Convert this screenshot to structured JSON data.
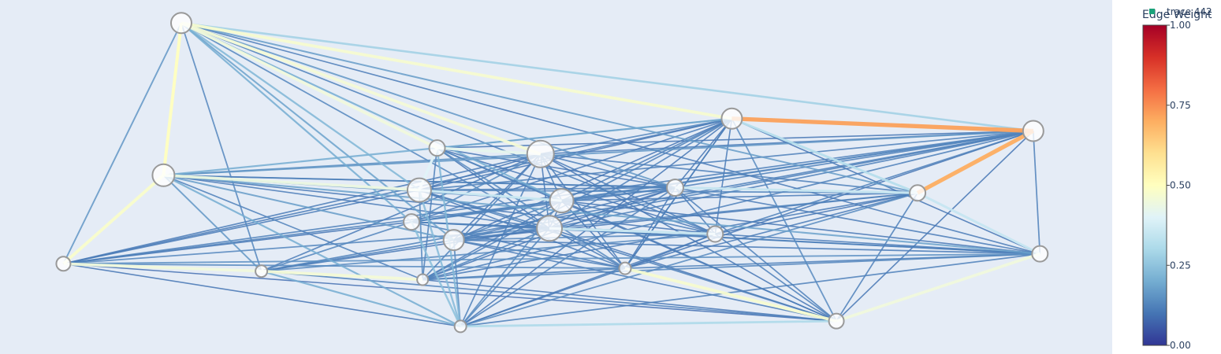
{
  "colors": {
    "plot_background": "#e5ecf6",
    "node_fill": "#ffffff",
    "node_stroke": "#999999",
    "legend_marker": "#1aa37a",
    "colorscale": [
      "#313695",
      "#4575b4",
      "#74add1",
      "#abd9e9",
      "#e0f3f8",
      "#ffffbf",
      "#fee090",
      "#fdae61",
      "#f46d43",
      "#d73027",
      "#a50026"
    ]
  },
  "chart_data": {
    "type": "network",
    "xlim": [
      0,
      1
    ],
    "ylim": [
      0,
      1
    ],
    "grid": false,
    "legend": {
      "position": "top-right",
      "entries": [
        "trace 442"
      ]
    },
    "colorbar": {
      "title": "Edge Weight",
      "range": [
        0,
        1
      ],
      "tick_labels": [
        "0.00",
        "0.25",
        "0.50",
        "0.75",
        "1.00"
      ],
      "tick_values": [
        0,
        0.25,
        0.5,
        0.75,
        1.0
      ]
    },
    "nodes": [
      {
        "id": 0,
        "x": 0.163,
        "y": 0.935,
        "size": 26
      },
      {
        "id": 1,
        "x": 0.147,
        "y": 0.505,
        "size": 28
      },
      {
        "id": 2,
        "x": 0.057,
        "y": 0.255,
        "size": 18
      },
      {
        "id": 3,
        "x": 0.235,
        "y": 0.234,
        "size": 15
      },
      {
        "id": 4,
        "x": 0.393,
        "y": 0.582,
        "size": 20
      },
      {
        "id": 5,
        "x": 0.377,
        "y": 0.463,
        "size": 30
      },
      {
        "id": 6,
        "x": 0.37,
        "y": 0.373,
        "size": 20
      },
      {
        "id": 7,
        "x": 0.408,
        "y": 0.322,
        "size": 26
      },
      {
        "id": 8,
        "x": 0.38,
        "y": 0.21,
        "size": 14
      },
      {
        "id": 9,
        "x": 0.414,
        "y": 0.078,
        "size": 15
      },
      {
        "id": 10,
        "x": 0.486,
        "y": 0.565,
        "size": 34
      },
      {
        "id": 11,
        "x": 0.505,
        "y": 0.433,
        "size": 30
      },
      {
        "id": 12,
        "x": 0.494,
        "y": 0.355,
        "size": 32
      },
      {
        "id": 13,
        "x": 0.607,
        "y": 0.47,
        "size": 21
      },
      {
        "id": 14,
        "x": 0.562,
        "y": 0.242,
        "size": 15
      },
      {
        "id": 15,
        "x": 0.643,
        "y": 0.339,
        "size": 20
      },
      {
        "id": 16,
        "x": 0.658,
        "y": 0.665,
        "size": 26
      },
      {
        "id": 17,
        "x": 0.752,
        "y": 0.093,
        "size": 19
      },
      {
        "id": 18,
        "x": 0.825,
        "y": 0.455,
        "size": 20
      },
      {
        "id": 19,
        "x": 0.929,
        "y": 0.63,
        "size": 26
      },
      {
        "id": 20,
        "x": 0.935,
        "y": 0.283,
        "size": 20
      }
    ],
    "edges": [
      [
        16,
        19,
        0.72
      ],
      [
        18,
        19,
        0.7
      ],
      [
        0,
        1,
        0.5
      ],
      [
        1,
        2,
        0.48
      ],
      [
        0,
        16,
        0.47
      ],
      [
        2,
        3,
        0.45
      ],
      [
        17,
        20,
        0.45
      ],
      [
        14,
        17,
        0.47
      ],
      [
        3,
        8,
        0.46
      ],
      [
        0,
        10,
        0.46
      ],
      [
        1,
        5,
        0.44
      ],
      [
        0,
        4,
        0.45
      ],
      [
        4,
        5,
        0.4
      ],
      [
        4,
        10,
        0.42
      ],
      [
        5,
        11,
        0.36
      ],
      [
        12,
        15,
        0.36
      ],
      [
        13,
        18,
        0.36
      ],
      [
        16,
        18,
        0.32
      ],
      [
        18,
        20,
        0.35
      ],
      [
        9,
        17,
        0.3
      ],
      [
        0,
        19,
        0.28
      ],
      [
        0,
        5,
        0.22
      ],
      [
        0,
        6,
        0.2
      ],
      [
        0,
        7,
        0.18
      ],
      [
        0,
        11,
        0.2
      ],
      [
        0,
        13,
        0.16
      ],
      [
        0,
        18,
        0.17
      ],
      [
        0,
        3,
        0.13
      ],
      [
        0,
        2,
        0.16
      ],
      [
        0,
        12,
        0.13
      ],
      [
        0,
        15,
        0.12
      ],
      [
        1,
        10,
        0.15
      ],
      [
        1,
        11,
        0.13
      ],
      [
        1,
        12,
        0.11
      ],
      [
        1,
        13,
        0.12
      ],
      [
        1,
        15,
        0.1
      ],
      [
        1,
        18,
        0.12
      ],
      [
        1,
        7,
        0.17
      ],
      [
        1,
        9,
        0.2
      ],
      [
        1,
        3,
        0.16
      ],
      [
        1,
        8,
        0.12
      ],
      [
        2,
        5,
        0.11
      ],
      [
        2,
        6,
        0.1
      ],
      [
        2,
        11,
        0.12
      ],
      [
        2,
        12,
        0.13
      ],
      [
        2,
        14,
        0.14
      ],
      [
        2,
        9,
        0.1
      ],
      [
        2,
        17,
        0.09
      ],
      [
        2,
        16,
        0.11
      ],
      [
        2,
        10,
        0.11
      ],
      [
        2,
        20,
        0.15
      ],
      [
        3,
        7,
        0.12
      ],
      [
        3,
        10,
        0.11
      ],
      [
        3,
        12,
        0.1
      ],
      [
        3,
        15,
        0.14
      ],
      [
        3,
        19,
        0.12
      ],
      [
        3,
        6,
        0.13
      ],
      [
        3,
        9,
        0.2
      ],
      [
        3,
        17,
        0.12
      ],
      [
        4,
        11,
        0.13
      ],
      [
        4,
        12,
        0.1
      ],
      [
        4,
        13,
        0.1
      ],
      [
        4,
        16,
        0.12
      ],
      [
        4,
        19,
        0.1
      ],
      [
        4,
        15,
        0.1
      ],
      [
        4,
        9,
        0.22
      ],
      [
        4,
        14,
        0.14
      ],
      [
        4,
        17,
        0.1
      ],
      [
        4,
        8,
        0.12
      ],
      [
        5,
        10,
        0.1
      ],
      [
        5,
        12,
        0.12
      ],
      [
        5,
        13,
        0.12
      ],
      [
        5,
        16,
        0.1
      ],
      [
        5,
        19,
        0.12
      ],
      [
        5,
        18,
        0.13
      ],
      [
        5,
        14,
        0.11
      ],
      [
        5,
        17,
        0.12
      ],
      [
        5,
        9,
        0.23
      ],
      [
        5,
        8,
        0.14
      ],
      [
        6,
        10,
        0.14
      ],
      [
        6,
        11,
        0.13
      ],
      [
        6,
        12,
        0.12
      ],
      [
        6,
        13,
        0.12
      ],
      [
        6,
        15,
        0.1
      ],
      [
        6,
        16,
        0.11
      ],
      [
        6,
        19,
        0.13
      ],
      [
        6,
        20,
        0.12
      ],
      [
        6,
        9,
        0.24
      ],
      [
        6,
        14,
        0.11
      ],
      [
        7,
        10,
        0.1
      ],
      [
        7,
        11,
        0.13
      ],
      [
        7,
        12,
        0.12
      ],
      [
        7,
        13,
        0.11
      ],
      [
        7,
        15,
        0.13
      ],
      [
        7,
        16,
        0.1
      ],
      [
        7,
        19,
        0.12
      ],
      [
        7,
        20,
        0.11
      ],
      [
        7,
        9,
        0.14
      ],
      [
        7,
        14,
        0.12
      ],
      [
        7,
        18,
        0.1
      ],
      [
        7,
        17,
        0.11
      ],
      [
        8,
        10,
        0.12
      ],
      [
        8,
        11,
        0.11
      ],
      [
        8,
        12,
        0.13
      ],
      [
        8,
        13,
        0.1
      ],
      [
        8,
        16,
        0.12
      ],
      [
        8,
        19,
        0.12
      ],
      [
        8,
        18,
        0.11
      ],
      [
        8,
        14,
        0.12
      ],
      [
        8,
        17,
        0.1
      ],
      [
        8,
        20,
        0.13
      ],
      [
        9,
        10,
        0.12
      ],
      [
        9,
        11,
        0.14
      ],
      [
        9,
        12,
        0.13
      ],
      [
        9,
        13,
        0.12
      ],
      [
        9,
        15,
        0.11
      ],
      [
        9,
        16,
        0.1
      ],
      [
        9,
        18,
        0.14
      ],
      [
        9,
        20,
        0.12
      ],
      [
        9,
        14,
        0.11
      ],
      [
        10,
        11,
        0.12
      ],
      [
        10,
        12,
        0.1
      ],
      [
        10,
        13,
        0.12
      ],
      [
        10,
        15,
        0.11
      ],
      [
        10,
        16,
        0.13
      ],
      [
        10,
        19,
        0.11
      ],
      [
        10,
        18,
        0.12
      ],
      [
        10,
        14,
        0.11
      ],
      [
        10,
        17,
        0.1
      ],
      [
        11,
        12,
        0.11
      ],
      [
        11,
        13,
        0.12
      ],
      [
        11,
        16,
        0.12
      ],
      [
        11,
        19,
        0.13
      ],
      [
        11,
        18,
        0.11
      ],
      [
        11,
        15,
        0.12
      ],
      [
        11,
        14,
        0.1
      ],
      [
        11,
        17,
        0.11
      ],
      [
        11,
        20,
        0.1
      ],
      [
        12,
        13,
        0.1
      ],
      [
        12,
        16,
        0.12
      ],
      [
        12,
        19,
        0.12
      ],
      [
        12,
        18,
        0.13
      ],
      [
        12,
        14,
        0.11
      ],
      [
        12,
        17,
        0.1
      ],
      [
        12,
        20,
        0.11
      ],
      [
        13,
        16,
        0.1
      ],
      [
        13,
        19,
        0.12
      ],
      [
        13,
        15,
        0.11
      ],
      [
        13,
        14,
        0.1
      ],
      [
        13,
        17,
        0.12
      ],
      [
        13,
        20,
        0.11
      ],
      [
        14,
        16,
        0.12
      ],
      [
        14,
        19,
        0.1
      ],
      [
        14,
        18,
        0.11
      ],
      [
        14,
        20,
        0.12
      ],
      [
        14,
        15,
        0.1
      ],
      [
        15,
        16,
        0.11
      ],
      [
        15,
        19,
        0.12
      ],
      [
        15,
        18,
        0.1
      ],
      [
        15,
        17,
        0.12
      ],
      [
        15,
        20,
        0.11
      ],
      [
        16,
        17,
        0.14
      ],
      [
        16,
        20,
        0.1
      ],
      [
        16,
        14,
        0.1
      ],
      [
        17,
        18,
        0.12
      ],
      [
        17,
        19,
        0.1
      ],
      [
        19,
        20,
        0.12
      ],
      [
        1,
        16,
        0.2
      ],
      [
        1,
        19,
        0.16
      ],
      [
        1,
        20,
        0.18
      ],
      [
        2,
        19,
        0.12
      ],
      [
        0,
        20,
        0.11
      ]
    ]
  }
}
